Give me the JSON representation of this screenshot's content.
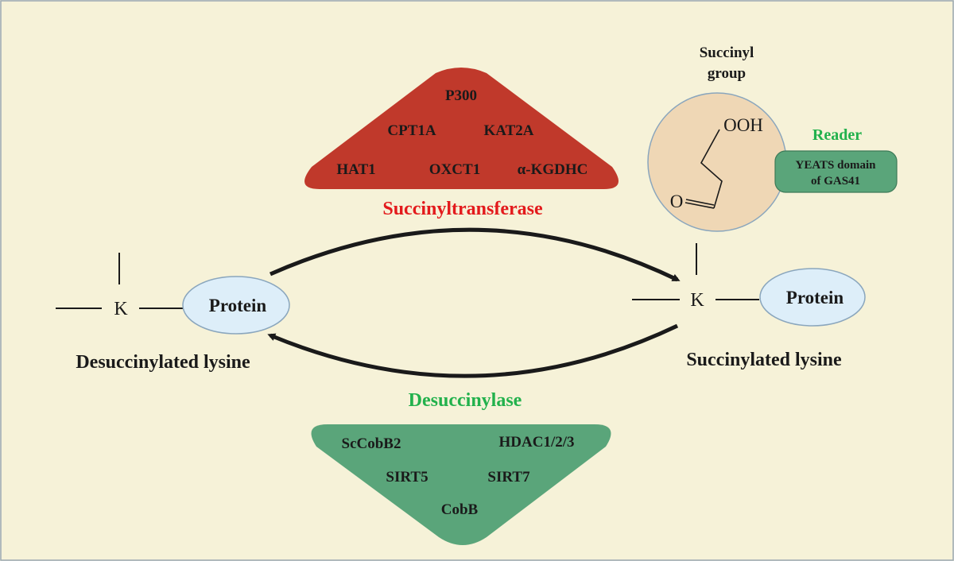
{
  "left_state": {
    "residue": "K",
    "protein": "Protein",
    "caption": "Desuccinylated lysine"
  },
  "right_state": {
    "residue": "K",
    "protein": "Protein",
    "caption": "Succinylated lysine"
  },
  "succinyl_group": {
    "title_line1": "Succinyl",
    "title_line2": "group",
    "hydroxyl_label": "OOH",
    "oxygen_label": "O"
  },
  "reader": {
    "label": "Reader",
    "box_line1": "YEATS domain",
    "box_line2": "of GAS41"
  },
  "succinyltransferase": {
    "label": "Succinyltransferase",
    "enzymes": [
      "P300",
      "CPT1A",
      "KAT2A",
      "HAT1",
      "OXCT1",
      "α-KGDHC"
    ]
  },
  "desuccinylase": {
    "label": "Desuccinylase",
    "enzymes": [
      "ScCobB2",
      "HDAC1/2/3",
      "SIRT5",
      "SIRT7",
      "CobB"
    ]
  },
  "colors": {
    "background": "#f6f2d8",
    "transferase_fill": "#c0392b",
    "transferase_label": "#e31a1c",
    "desuccinylase_fill": "#5aa57a",
    "desuccinylase_label": "#22b14c",
    "reader_label": "#22b14c",
    "protein_fill": "#ddeef9",
    "succinyl_circle": "#efd7b5"
  }
}
